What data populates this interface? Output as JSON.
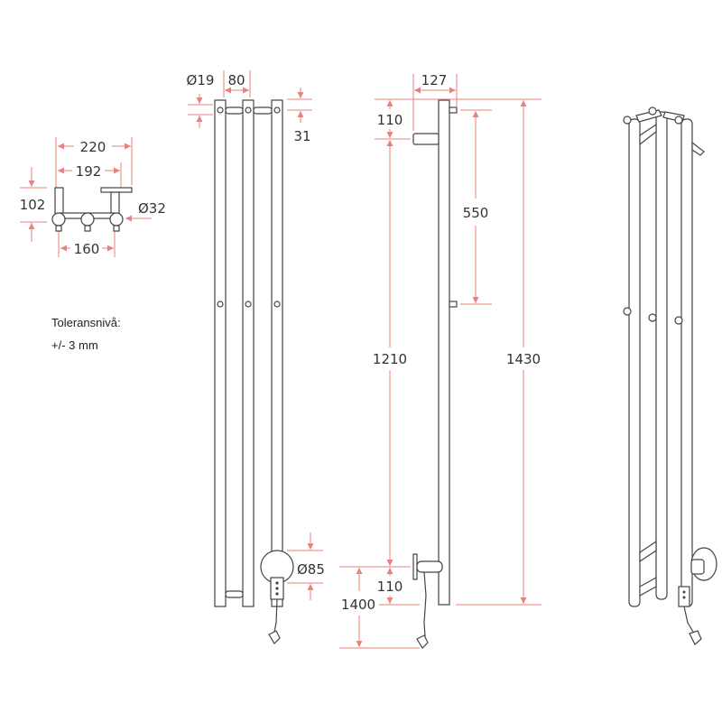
{
  "colors": {
    "dimension": "#e8827c",
    "outline": "#444444"
  },
  "top_view": {
    "width_outer": "220",
    "width_inner": "192",
    "depth": "102",
    "ball_diameter": "Ø32",
    "bracket_spacing": "160"
  },
  "tolerance": {
    "label": "Toleransnivå:",
    "value": "+/- 3 mm"
  },
  "front_view": {
    "tube_diameter": "Ø19",
    "tube_spacing": "80",
    "top_offset": "31",
    "thermostat_diameter": "Ø85"
  },
  "side_view": {
    "wall_depth": "127",
    "top_bracket_offset": "110",
    "bracket_spacing": "550",
    "bracket_to_bracket": "1210",
    "total_height": "1430",
    "bottom_offset": "110",
    "cable_length": "1400"
  }
}
